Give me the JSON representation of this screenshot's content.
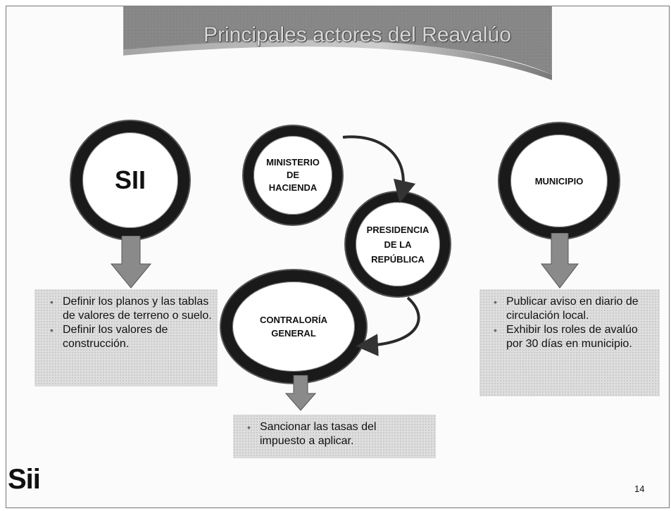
{
  "slide": {
    "title": "Principales actores del Reavalúo",
    "page_number": "14",
    "logo_text": "Sii"
  },
  "actors": {
    "sii": "SII",
    "ministerio": [
      "MINISTERIO",
      "DE",
      "HACIENDA"
    ],
    "presidencia": [
      "PRESIDENCIA",
      "DE LA",
      "REPÚBLICA"
    ],
    "contraloria": [
      "CONTRALORÍA",
      "GENERAL"
    ],
    "municipio": "MUNICIPIO"
  },
  "notes": {
    "sii": [
      "Definir los planos y las tablas de valores de terreno o suelo.",
      "Definir los valores de construcción."
    ],
    "contraloria": [
      "Sancionar las tasas del impuesto a aplicar."
    ],
    "municipio": [
      "Publicar aviso en diario de circulación local.",
      "Exhibir los roles de avalúo por 30 días en municipio."
    ]
  },
  "colors": {
    "ring": "#1a1a1a",
    "arrow": "#8a8a8a",
    "note_background": "#dedede"
  }
}
